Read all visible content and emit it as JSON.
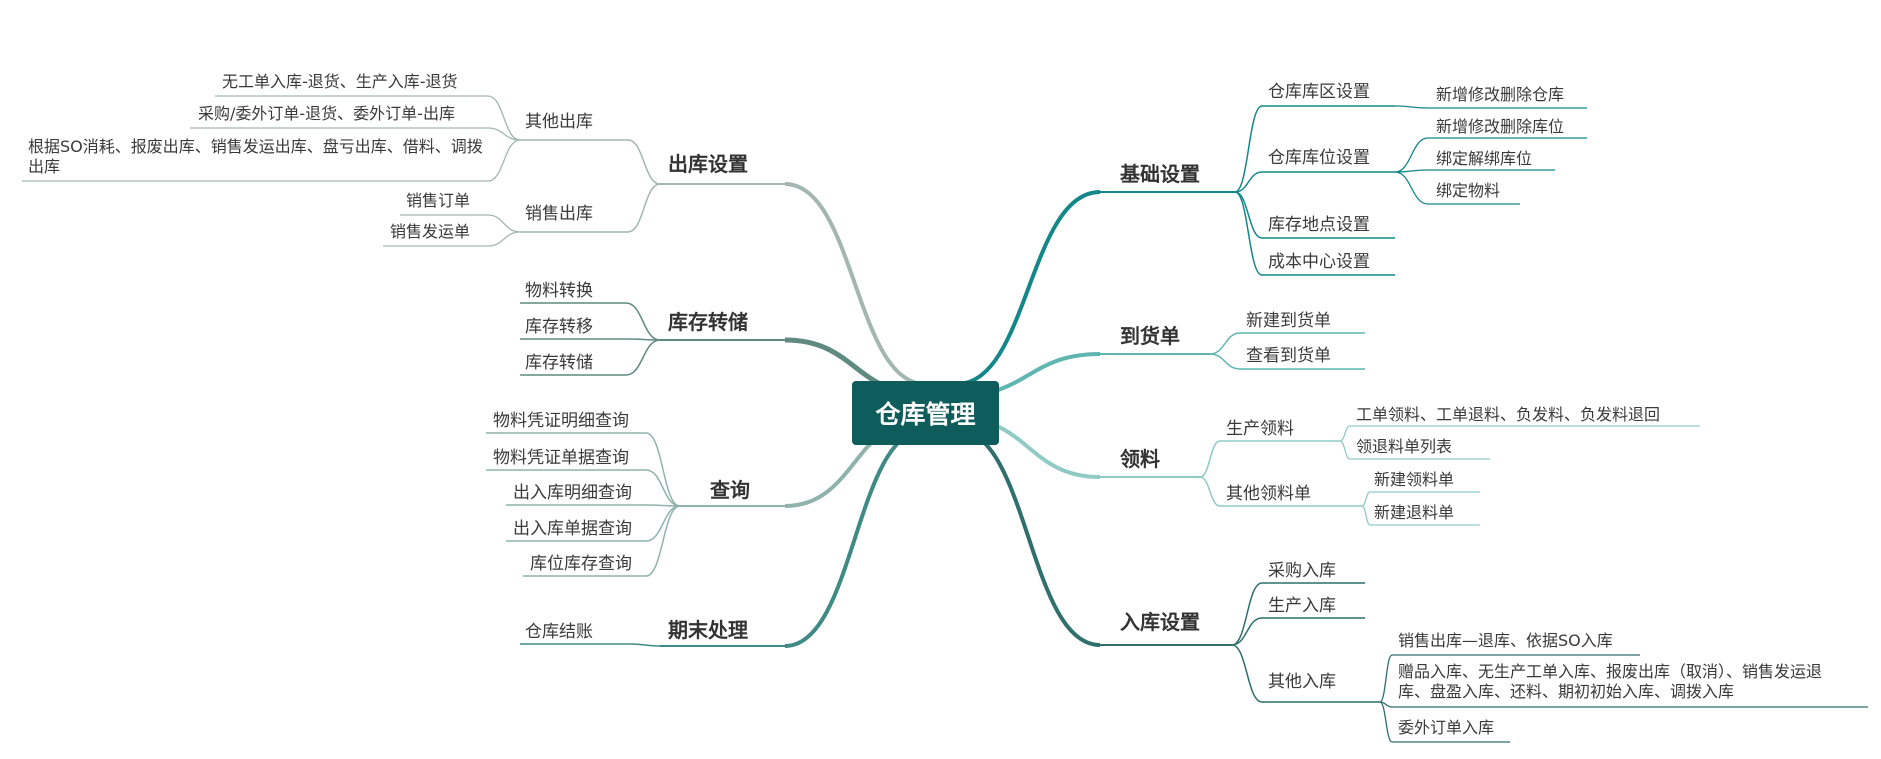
{
  "root": {
    "label": "仓库管理",
    "color": "#0e5c5c"
  },
  "left": [
    {
      "label": "出库设置",
      "color": "#a3b6b1",
      "children": [
        {
          "label": "其他出库",
          "children": [
            {
              "label": "无工单入库-退货、生产入库-退货"
            },
            {
              "label": "采购/委外订单-退货、委外订单-出库"
            },
            {
              "label": "根据SO消耗、报废出库、销售发运出库、盘亏出库、借料、调拨出库"
            }
          ]
        },
        {
          "label": "销售出库",
          "children": [
            {
              "label": "销售订单"
            },
            {
              "label": "销售发运单"
            }
          ]
        }
      ]
    },
    {
      "label": "库存转储",
      "color": "#5f8a7f",
      "children": [
        {
          "label": "物料转换"
        },
        {
          "label": "库存转移"
        },
        {
          "label": "库存转储"
        }
      ]
    },
    {
      "label": "查询",
      "color": "#8fb3aa",
      "children": [
        {
          "label": "物料凭证明细查询"
        },
        {
          "label": "物料凭证单据查询"
        },
        {
          "label": "出入库明细查询"
        },
        {
          "label": "出入库单据查询"
        },
        {
          "label": "库位库存查询"
        }
      ]
    },
    {
      "label": "期末处理",
      "color": "#3f8a84",
      "children": [
        {
          "label": "仓库结账"
        }
      ]
    }
  ],
  "right": [
    {
      "label": "基础设置",
      "color": "#13878a",
      "children": [
        {
          "label": "仓库库区设置",
          "children": [
            {
              "label": "新增修改删除仓库"
            }
          ]
        },
        {
          "label": "仓库库位设置",
          "children": [
            {
              "label": "新增修改删除库位"
            },
            {
              "label": "绑定解绑库位"
            },
            {
              "label": "绑定物料"
            }
          ]
        },
        {
          "label": "库存地点设置"
        },
        {
          "label": "成本中心设置"
        }
      ]
    },
    {
      "label": "到货单",
      "color": "#5fb5b0",
      "children": [
        {
          "label": "新建到货单"
        },
        {
          "label": "查看到货单"
        }
      ]
    },
    {
      "label": "领料",
      "color": "#8fcac5",
      "children": [
        {
          "label": "生产领料",
          "children": [
            {
              "label": "工单领料、工单退料、负发料、负发料退回"
            },
            {
              "label": "领退料单列表"
            }
          ]
        },
        {
          "label": "其他领料单",
          "children": [
            {
              "label": "新建领料单"
            },
            {
              "label": "新建退料单"
            }
          ]
        }
      ]
    },
    {
      "label": "入库设置",
      "color": "#2f6f6c",
      "children": [
        {
          "label": "采购入库"
        },
        {
          "label": "生产入库"
        },
        {
          "label": "其他入库",
          "children": [
            {
              "label": "销售出库—退库、依据SO入库"
            },
            {
              "label": "赠品入库、无生产工单入库、报废出库（取消）、销售发运退库、盘盈入库、还料、期初初始入库、调拨入库"
            },
            {
              "label": "委外订单入库"
            }
          ]
        }
      ]
    }
  ]
}
